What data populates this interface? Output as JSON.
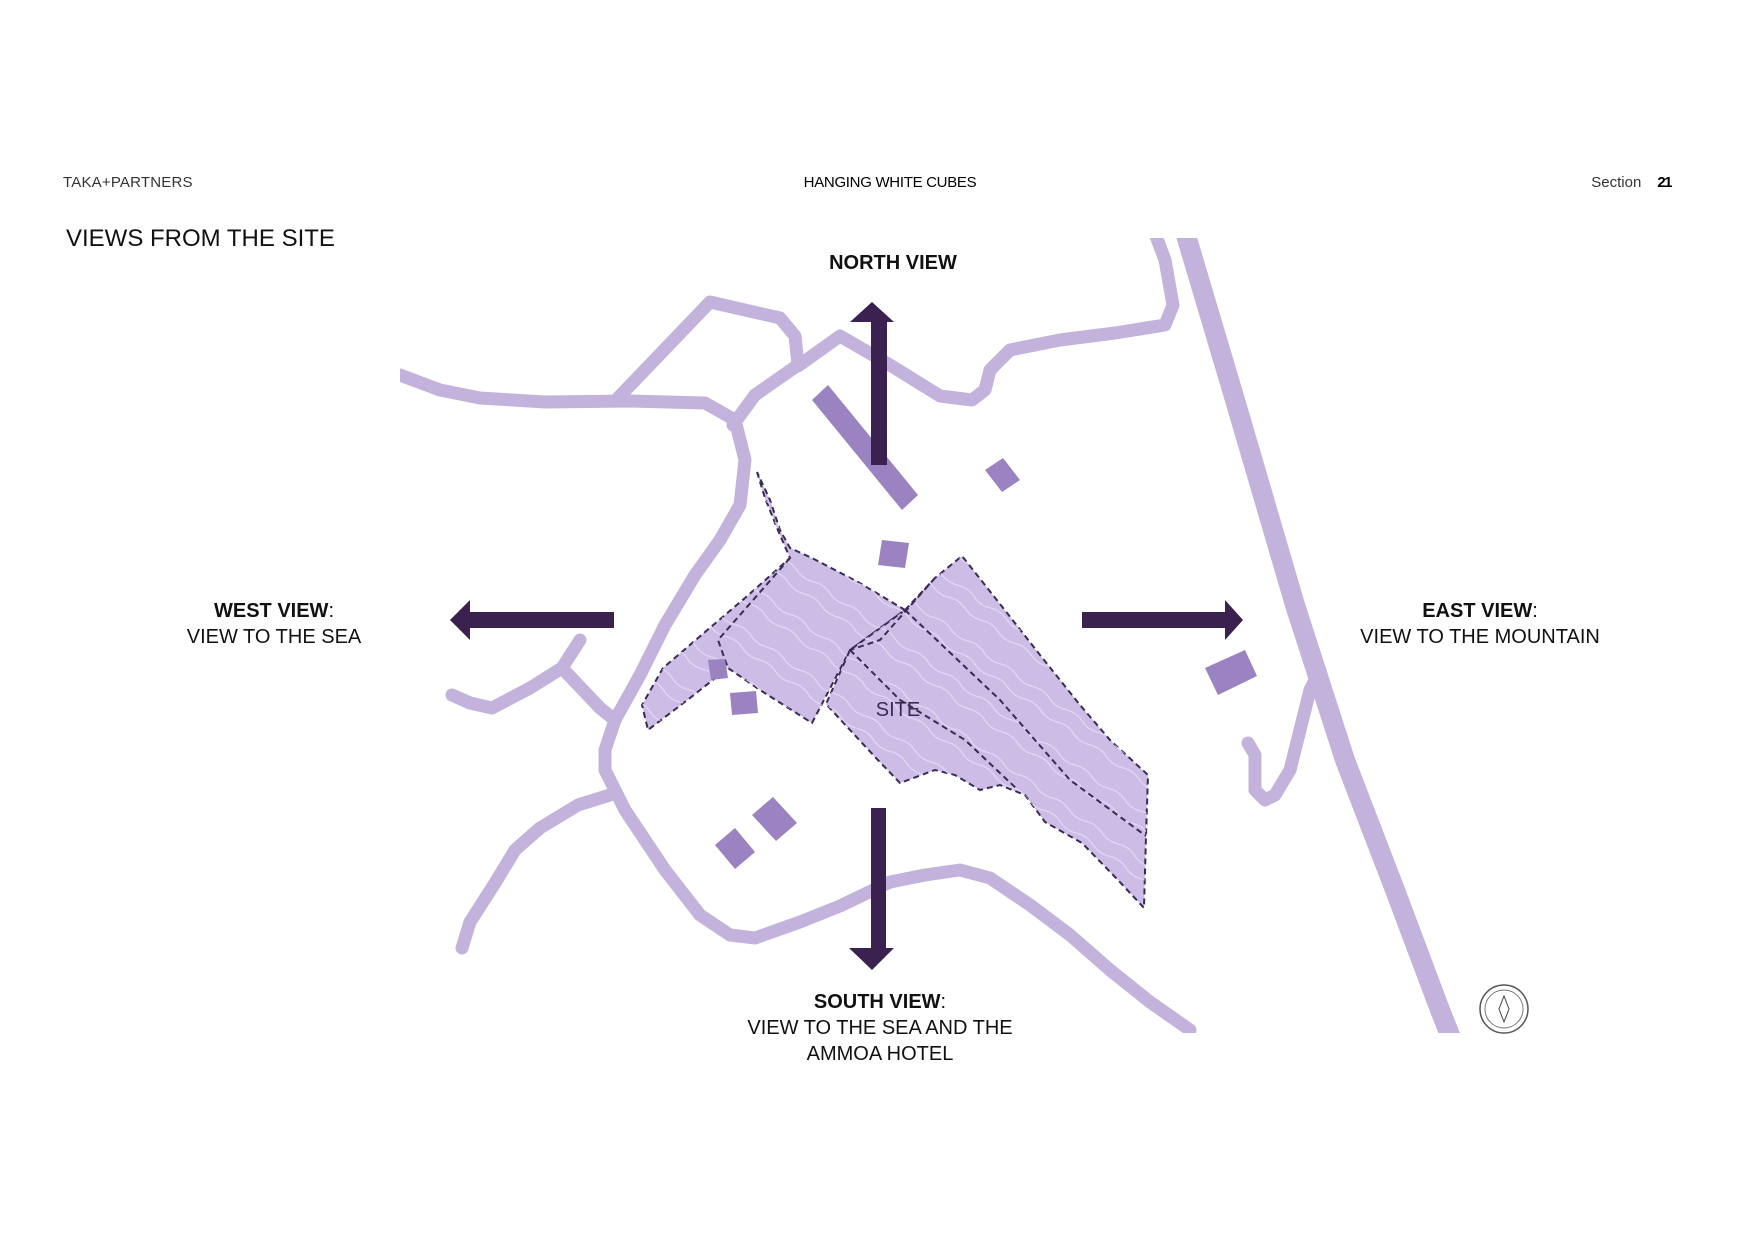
{
  "header": {
    "brand": "TAKA+PARTNERS",
    "title": "HANGING WHITE CUBES",
    "section_label": "Section",
    "section_number": "21"
  },
  "page_heading": "VIEWS FROM THE SITE",
  "site_label": "SITE",
  "views": {
    "north": {
      "title": "NORTH VIEW"
    },
    "west": {
      "title": "WEST VIEW",
      "colon": ":",
      "subtitle": "VIEW TO THE SEA"
    },
    "east": {
      "title": "EAST VIEW",
      "colon": ":",
      "subtitle": "VIEW TO THE MOUNTAIN"
    },
    "south": {
      "title": "SOUTH VIEW",
      "colon": ":",
      "subtitle_line1": "VIEW TO THE SEA AND THE",
      "subtitle_line2": "AMMOA HOTEL"
    }
  },
  "icons": {
    "compass": "compass-icon",
    "arrow": "arrow-icon"
  },
  "colors": {
    "road": "#c3b3dc",
    "building": "#9b82c0",
    "site_fill": "#cdbde6",
    "arrow": "#3a2150",
    "site_outline": "#3a2a55"
  }
}
